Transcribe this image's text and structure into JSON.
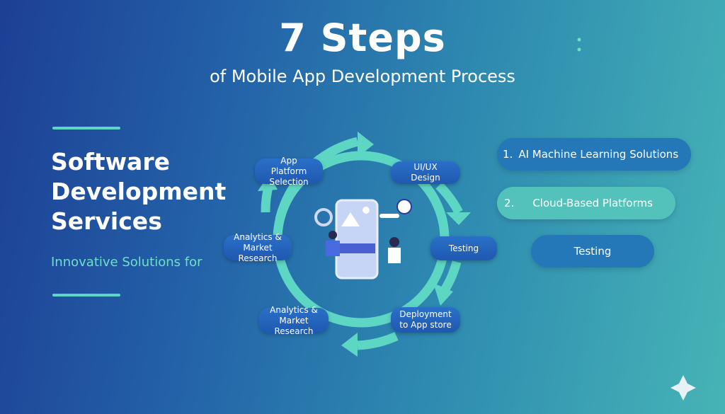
{
  "header": {
    "title": "7 Steps",
    "subtitle": "of Mobile App Development Process"
  },
  "left": {
    "heading": [
      "Software",
      "Development",
      "Services"
    ],
    "subheading": "Innovative Solutions for"
  },
  "cycle": {
    "steps": [
      {
        "label": "App Platform Selection"
      },
      {
        "label": "UI/UX Design"
      },
      {
        "label": "Testing"
      },
      {
        "label": "Deployment to App store"
      },
      {
        "label": "Analytics & Market Research"
      },
      {
        "label": "Analytics & Market Research"
      }
    ]
  },
  "right": {
    "items": [
      {
        "number": "1.",
        "label": "AI Machine Learning Solutions"
      },
      {
        "number": "2.",
        "label": "Cloud-Based Platforms"
      },
      {
        "number": "",
        "label": "Testing"
      }
    ]
  },
  "colors": {
    "accent": "#5ed6c4",
    "pill": "#2266bb"
  }
}
